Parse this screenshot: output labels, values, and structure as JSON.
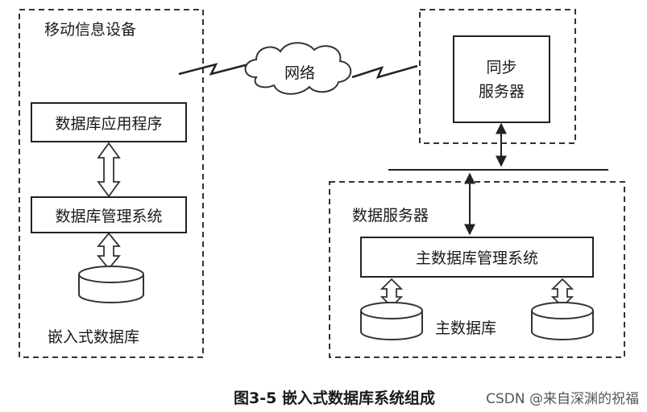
{
  "mobile_device": {
    "title": "移动信息设备",
    "app_box": "数据库应用程序",
    "dbms_box": "数据库管理系统",
    "embedded_db": "嵌入式数据库"
  },
  "network": {
    "label": "网络"
  },
  "sync_server": {
    "line1": "同步",
    "line2": "服务器"
  },
  "data_server": {
    "title": "数据服务器",
    "main_dbms_box": "主数据库管理系统",
    "main_db": "主数据库"
  },
  "caption": "图3-5  嵌入式数据库系统组成",
  "watermark": "CSDN @来自深渊的祝福"
}
